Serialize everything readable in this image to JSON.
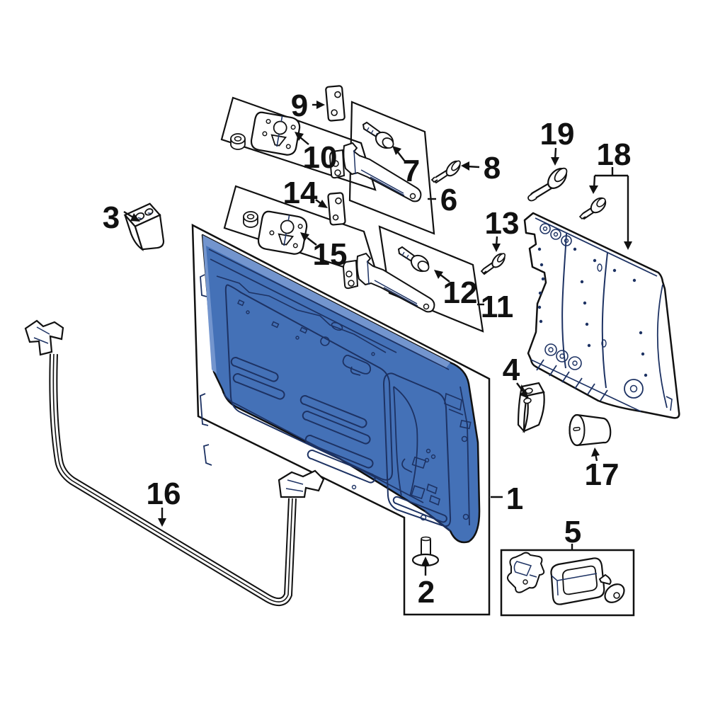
{
  "image": {
    "type": "exploded-parts-diagram",
    "description": "Vehicle tailgate / liftgate assembly exploded parts diagram with numbered callouts; main tailgate panel highlighted in blue",
    "background": "#ffffff",
    "colors": {
      "outline": "#111111",
      "highlight_fill": "#4471b7",
      "highlight_light": "#7395ce",
      "highlight_dark": "#1d3263",
      "label_color": "#111111",
      "box_fill": "#ffffff"
    },
    "highlighted_callout": "1",
    "callouts": [
      {
        "label": "1"
      },
      {
        "label": "2"
      },
      {
        "label": "3"
      },
      {
        "label": "4"
      },
      {
        "label": "5"
      },
      {
        "label": "6"
      },
      {
        "label": "7"
      },
      {
        "label": "8"
      },
      {
        "label": "9"
      },
      {
        "label": "10"
      },
      {
        "label": "11"
      },
      {
        "label": "12"
      },
      {
        "label": "13"
      },
      {
        "label": "14"
      },
      {
        "label": "15"
      },
      {
        "label": "16"
      },
      {
        "label": "17"
      },
      {
        "label": "18"
      },
      {
        "label": "19"
      }
    ]
  }
}
